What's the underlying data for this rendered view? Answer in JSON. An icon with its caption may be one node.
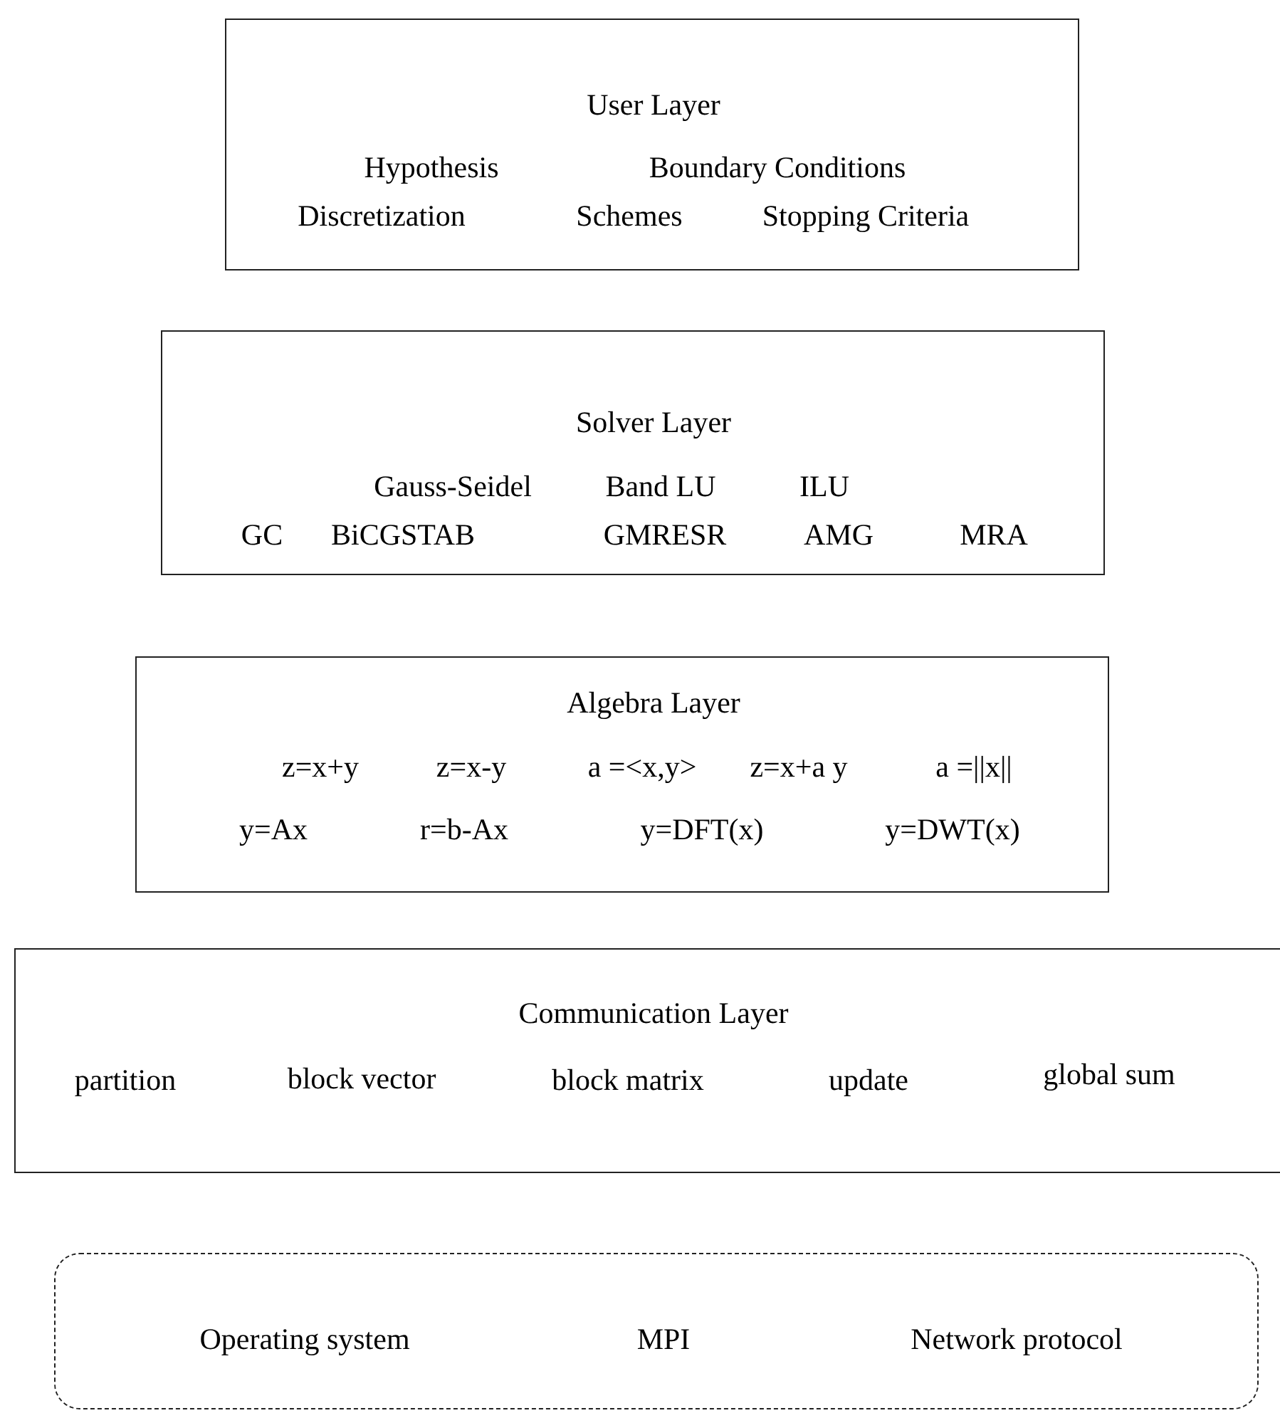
{
  "diagram": {
    "nodes": [
      {
        "text": [
          "User Layer",
          "Hypothesis",
          "Boundary Conditions",
          "Discretization",
          "Schemes",
          "Stopping Criteria"
        ]
      },
      {
        "text": [
          "Solver Layer",
          "Gauss-Seidel",
          "Band LU",
          "ILU",
          "GC",
          "BiCGSTAB",
          "GMRESR",
          "AMG",
          "MRA"
        ]
      },
      {
        "text": [
          "Algebra Layer",
          "z=x+y",
          "z=x-y",
          "a =<x,y>",
          "z=x+a y",
          "a =||x||",
          "y=Ax",
          "r=b-Ax",
          "y=DFT(x)",
          "y=DWT(x)"
        ]
      },
      {
        "text": [
          "Communication Layer",
          "partition",
          "block vector",
          "block matrix",
          "update",
          "global sum"
        ]
      },
      {
        "text": [
          "Operating system",
          "MPI",
          "Network protocol"
        ]
      }
    ]
  }
}
